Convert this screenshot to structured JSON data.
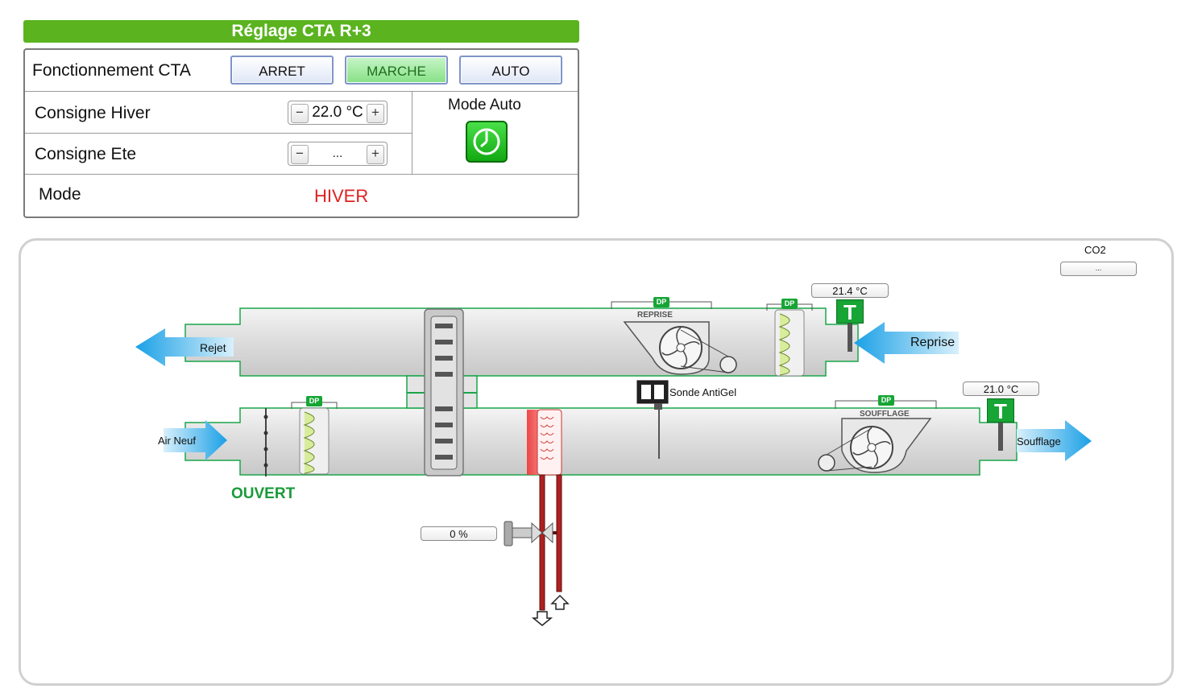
{
  "header": {
    "title": "Réglage CTA R+3"
  },
  "panel": {
    "fonctionnement_label": "Fonctionnement CTA",
    "buttons": {
      "arret": "ARRET",
      "marche": "MARCHE",
      "auto": "AUTO"
    },
    "active_mode_button": "MARCHE",
    "consigne_hiver": {
      "label": "Consigne Hiver",
      "value": "22.0 °C",
      "minus": "−",
      "plus": "+"
    },
    "consigne_ete": {
      "label": "Consigne Ete",
      "value": "...",
      "minus": "−",
      "plus": "+"
    },
    "mode_auto_label": "Mode Auto",
    "mode_label": "Mode",
    "mode_value": "HIVER"
  },
  "diagram": {
    "co2": {
      "label": "CO2",
      "value": "..."
    },
    "reprise_temp": "21.4 °C",
    "soufflage_temp": "21.0 °C",
    "rejet": "Rejet",
    "reprise": "Reprise",
    "air_neuf": "Air Neuf",
    "soufflage": "Soufflage",
    "fan_reprise": "REPRISE",
    "fan_soufflage": "SOUFFLAGE",
    "dp": "DP",
    "t_sensor": "T",
    "sonde_antigel": "Sonde AntiGel",
    "damper_state": "OUVERT",
    "valve_position": "0 %"
  },
  "colors": {
    "green_accent": "#5ab31f",
    "active_button": "#86e086",
    "mode_hiver": "#e02020",
    "ouvert_text": "#1a9a3a"
  }
}
